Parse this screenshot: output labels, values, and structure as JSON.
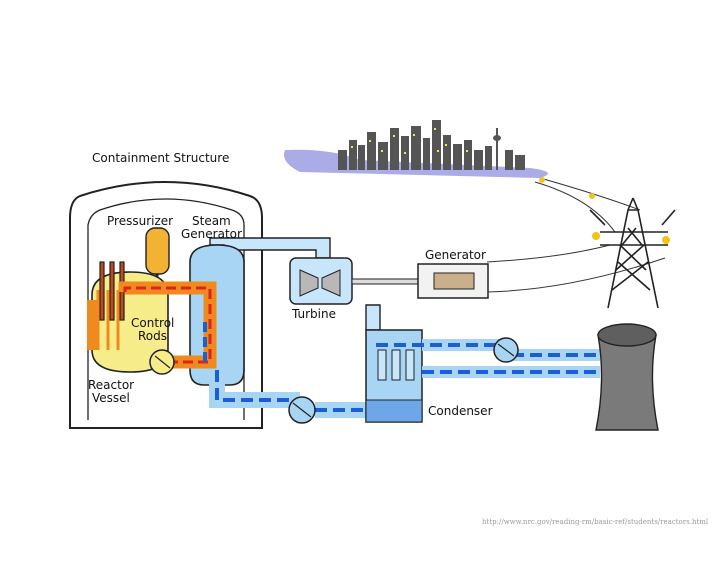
{
  "labels": {
    "containment": "Containment Structure",
    "pressurizer": "Pressurizer",
    "steam_gen_1": "Steam",
    "steam_gen_2": "Generator",
    "generator": "Generator",
    "turbine": "Turbine",
    "control_rods_1": "Control",
    "control_rods_2": "Rods",
    "reactor_vessel_1": "Reactor",
    "reactor_vessel_2": "Vessel",
    "condenser": "Condenser"
  },
  "source_url": "http://www.nrc.gov/reading-rm/basic-ref/students/reactors.html",
  "colors": {
    "hot_loop": "#f08a1e",
    "hot_inner": "#d8261b",
    "reactor_fill": "#f7ec8a",
    "water_light": "#a9d5f5",
    "water_dark": "#1c5fd4",
    "pipe_light": "#c8e6fb",
    "cooling_tower": "#7a7a7a",
    "city": "#555555",
    "sky": "#8f8fe0"
  }
}
